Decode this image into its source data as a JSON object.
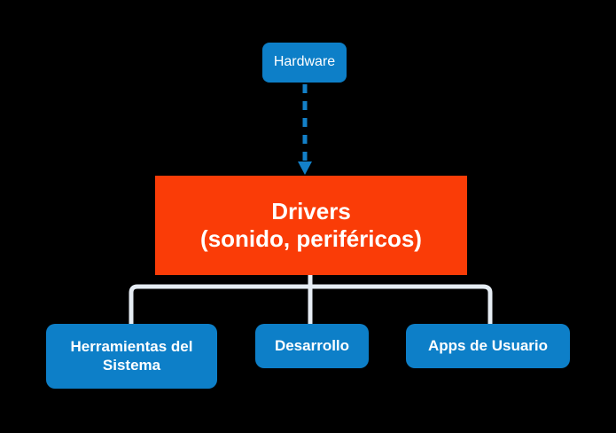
{
  "diagram": {
    "background_color": "#000000",
    "nodes": {
      "hardware": {
        "label": "Hardware",
        "color": "#0D7FC8",
        "text_color": "#FFFFFF"
      },
      "drivers": {
        "line1": "Drivers",
        "line2": "(sonido, periféricos)",
        "color": "#FA3C07",
        "text_color": "#FFFFFF"
      },
      "system_tools": {
        "line1": "Herramientas del",
        "line2": "Sistema",
        "color": "#0D7FC8",
        "text_color": "#FFFFFF"
      },
      "development": {
        "label": "Desarrollo",
        "color": "#0D7FC8",
        "text_color": "#FFFFFF"
      },
      "user_apps": {
        "label": "Apps de Usuario",
        "color": "#0D7FC8",
        "text_color": "#FFFFFF"
      }
    },
    "connectors": {
      "hardware_to_drivers": {
        "style": "dashed",
        "color": "#1380C8",
        "arrowhead": "down-arrow"
      },
      "drivers_to_children": {
        "style": "solid",
        "color": "#E6EDF4",
        "shape": "elbow-tree"
      }
    }
  }
}
